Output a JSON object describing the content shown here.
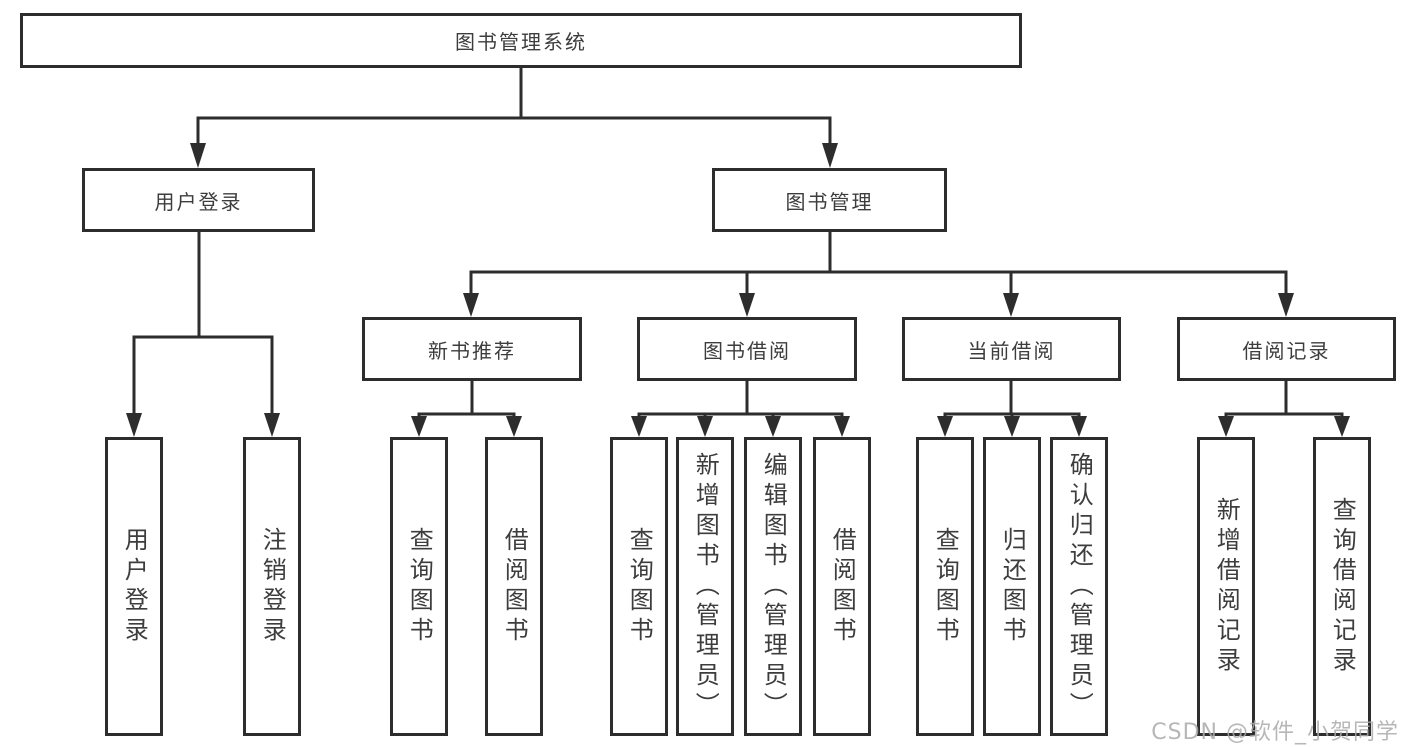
{
  "colors": {
    "line": "#2d2d2d",
    "box_border": "#2d2d2d",
    "text": "#3d3d3d",
    "background": "#ffffff",
    "watermark": "#aaaaaa"
  },
  "hierarchy": {
    "root": {
      "label": "图书管理系统",
      "children": [
        {
          "label": "用户登录",
          "children": [
            {
              "label": "用户登录"
            },
            {
              "label": "注销登录"
            }
          ]
        },
        {
          "label": "图书管理",
          "children": [
            {
              "label": "新书推荐",
              "children": [
                {
                  "label": "查询图书"
                },
                {
                  "label": "借阅图书"
                }
              ]
            },
            {
              "label": "图书借阅",
              "children": [
                {
                  "label": "查询图书"
                },
                {
                  "label": "新增图书（管理员）"
                },
                {
                  "label": "编辑图书（管理员）"
                },
                {
                  "label": "借阅图书"
                }
              ]
            },
            {
              "label": "当前借阅",
              "children": [
                {
                  "label": "查询图书"
                },
                {
                  "label": "归还图书"
                },
                {
                  "label": "确认归还（管理员）"
                }
              ]
            },
            {
              "label": "借阅记录",
              "children": [
                {
                  "label": "新增借阅记录"
                },
                {
                  "label": "查询借阅记录"
                }
              ]
            }
          ]
        }
      ]
    }
  },
  "watermark": "CSDN @软件_小贺同学"
}
